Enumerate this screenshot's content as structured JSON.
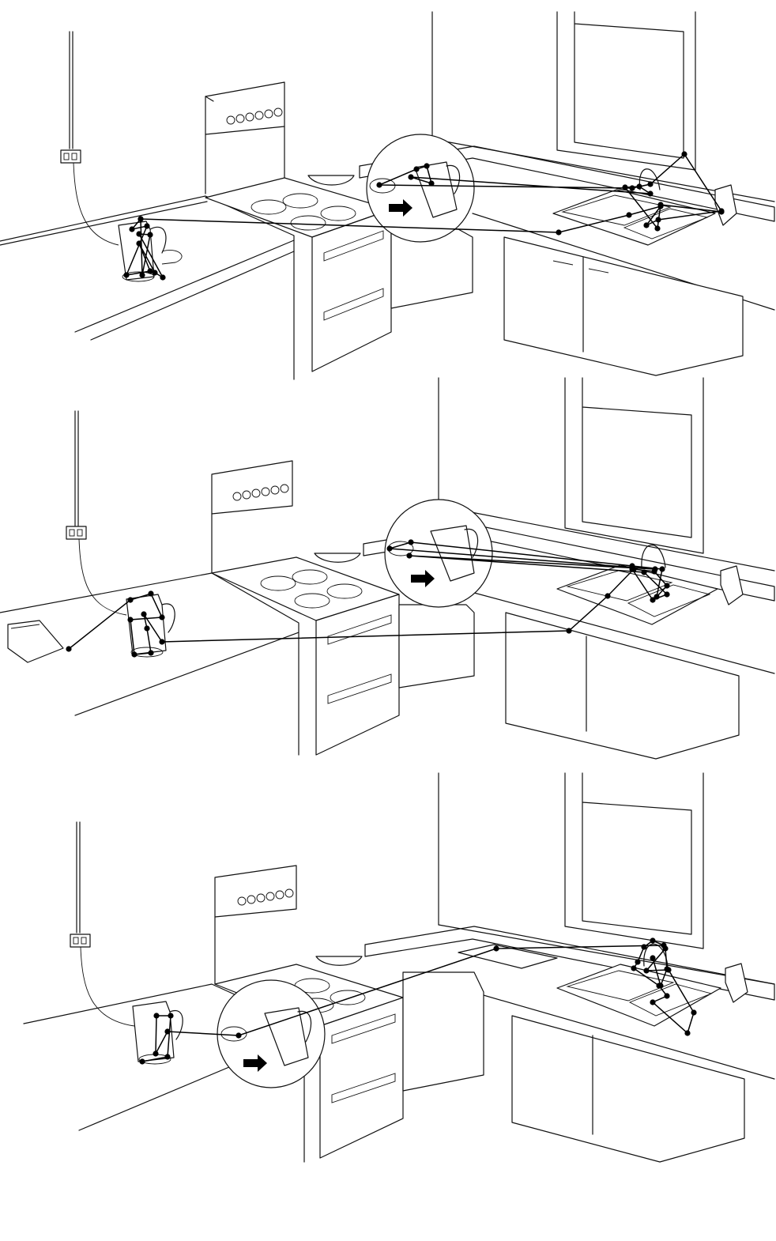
{
  "figure": {
    "panels": [
      {
        "id": "panel-1",
        "fixation_path": [
          [
            178,
            277
          ],
          [
            167,
            290
          ],
          [
            186,
            286
          ],
          [
            160,
            348
          ],
          [
            190,
            343
          ],
          [
            176,
            308
          ],
          [
            196,
            345
          ],
          [
            206,
            351
          ],
          [
            176,
            296
          ],
          [
            190,
            297
          ],
          [
            180,
            348
          ],
          [
            178,
            277
          ],
          [
            707,
            294
          ],
          [
            796,
            272
          ],
          [
            836,
            261
          ],
          [
            818,
            285
          ],
          [
            833,
            278
          ],
          [
            913,
            267
          ],
          [
            866,
            195
          ],
          [
            823,
            233
          ],
          [
            800,
            238
          ],
          [
            480,
            234
          ],
          [
            527,
            214
          ],
          [
            540,
            210
          ],
          [
            546,
            232
          ],
          [
            520,
            224
          ],
          [
            823,
            245
          ],
          [
            809,
            236
          ],
          [
            791,
            237
          ],
          [
            832,
            289
          ],
          [
            836,
            259
          ],
          [
            913,
            268
          ]
        ]
      },
      {
        "id": "panel-2",
        "fixation_path": [
          [
            87,
            821
          ],
          [
            165,
            759
          ],
          [
            191,
            751
          ],
          [
            205,
            781
          ],
          [
            165,
            784
          ],
          [
            170,
            828
          ],
          [
            191,
            826
          ],
          [
            186,
            795
          ],
          [
            182,
            777
          ],
          [
            205,
            812
          ],
          [
            720,
            798
          ],
          [
            769,
            754
          ],
          [
            802,
            720
          ],
          [
            828,
            723
          ],
          [
            844,
            741
          ],
          [
            831,
            755
          ],
          [
            838,
            720
          ],
          [
            800,
            716
          ],
          [
            520,
            686
          ],
          [
            493,
            694
          ],
          [
            829,
            720
          ],
          [
            518,
            703
          ],
          [
            815,
            724
          ],
          [
            844,
            752
          ],
          [
            826,
            759
          ],
          [
            800,
            720
          ]
        ]
      },
      {
        "id": "panel-3",
        "fixation_path": [
          [
            180,
            1343
          ],
          [
            212,
            1337
          ],
          [
            216,
            1285
          ],
          [
            198,
            1285
          ],
          [
            197,
            1333
          ],
          [
            212,
            1305
          ],
          [
            302,
            1310
          ],
          [
            628,
            1200
          ],
          [
            840,
            1196
          ],
          [
            826,
            1190
          ],
          [
            815,
            1198
          ],
          [
            807,
            1217
          ],
          [
            802,
            1225
          ],
          [
            834,
            1247
          ],
          [
            844,
            1260
          ],
          [
            826,
            1268
          ],
          [
            870,
            1307
          ],
          [
            878,
            1281
          ],
          [
            846,
            1227
          ],
          [
            818,
            1228
          ],
          [
            842,
            1200
          ],
          [
            844,
            1226
          ],
          [
            836,
            1247
          ],
          [
            826,
            1212
          ]
        ]
      }
    ],
    "arrow_icon": "right-arrow"
  }
}
